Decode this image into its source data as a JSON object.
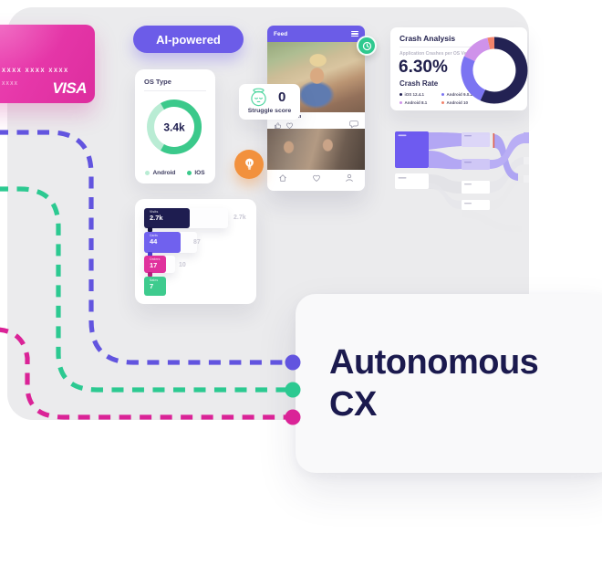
{
  "pill": {
    "label": "AI-powered",
    "color": "#6c5ce8"
  },
  "visa_card": {
    "brand": "VISA",
    "number_masked": "XXXX XXXX XXXX",
    "holder_masked": "XXXX",
    "color": "#e637a9"
  },
  "os_type_card": {
    "title": "OS Type",
    "total": "3.4k",
    "legend": [
      {
        "label": "Android",
        "color": "#b9ecd4"
      },
      {
        "label": "IOS",
        "color": "#3bc98b"
      }
    ]
  },
  "struggle_card": {
    "value": "0",
    "label": "Struggle score"
  },
  "feed_card": {
    "header": "Feed",
    "caption": "Amsterdam"
  },
  "crash_card": {
    "title": "Crash Analysis",
    "subtitle": "Application Crashes per OS Version",
    "value": "6.30%",
    "value_label": "Crash Rate",
    "legend": [
      {
        "label": "iOS 12.4.1",
        "color": "#232253"
      },
      {
        "label": "Android 9.0.2",
        "color": "#7b74f2"
      },
      {
        "label": "Android 8.1",
        "color": "#cf92ea"
      },
      {
        "label": "Android 10",
        "color": "#f2836b"
      }
    ]
  },
  "funnel_card": {
    "bars": [
      {
        "label": "Visits",
        "value": "2.7k",
        "ghost_value": "2.7k",
        "color": "#1e1d50"
      },
      {
        "label": "Carts",
        "value": "44",
        "ghost_value": "87",
        "color": "#7061ee"
      },
      {
        "label": "Orders",
        "value": "17",
        "ghost_value": "10",
        "color": "#e0319d"
      },
      {
        "label": "Sales",
        "value": "7",
        "ghost_value": "",
        "color": "#3ecb8e"
      }
    ]
  },
  "autonomous": {
    "line1": "Autonomous",
    "line2": "CX"
  },
  "connector_colors": {
    "purple": "#6254df",
    "green": "#2cc991",
    "pink": "#da2397"
  },
  "chart_data": [
    {
      "type": "pie",
      "title": "OS Type",
      "labels": [
        "IOS",
        "Android"
      ],
      "values": [
        67,
        33
      ],
      "colors": [
        "#3bc98b",
        "#b9ecd4"
      ],
      "center_label": "3.4k",
      "legend_position": "bottom"
    },
    {
      "type": "pie",
      "title": "Crash Analysis",
      "subtitle": "Application Crashes per OS Version",
      "metric": "6.30%",
      "metric_label": "Crash Rate",
      "labels": [
        "iOS 12.4.1",
        "Android 9.0.2",
        "Android 8.1",
        "Android 10"
      ],
      "values": [
        57,
        25,
        14,
        4
      ],
      "colors": [
        "#232253",
        "#7b74f2",
        "#cf92ea",
        "#f2836b"
      ],
      "legend_position": "left"
    },
    {
      "type": "bar",
      "title": "",
      "categories": [
        "Visits",
        "Carts",
        "Orders",
        "Sales"
      ],
      "values": [
        "2.7k",
        "44",
        "17",
        "7"
      ],
      "ghost_values": [
        "2.7k",
        "87",
        "10",
        ""
      ],
      "colors": [
        "#1e1d50",
        "#7061ee",
        "#e0319d",
        "#3ecb8e"
      ]
    }
  ]
}
